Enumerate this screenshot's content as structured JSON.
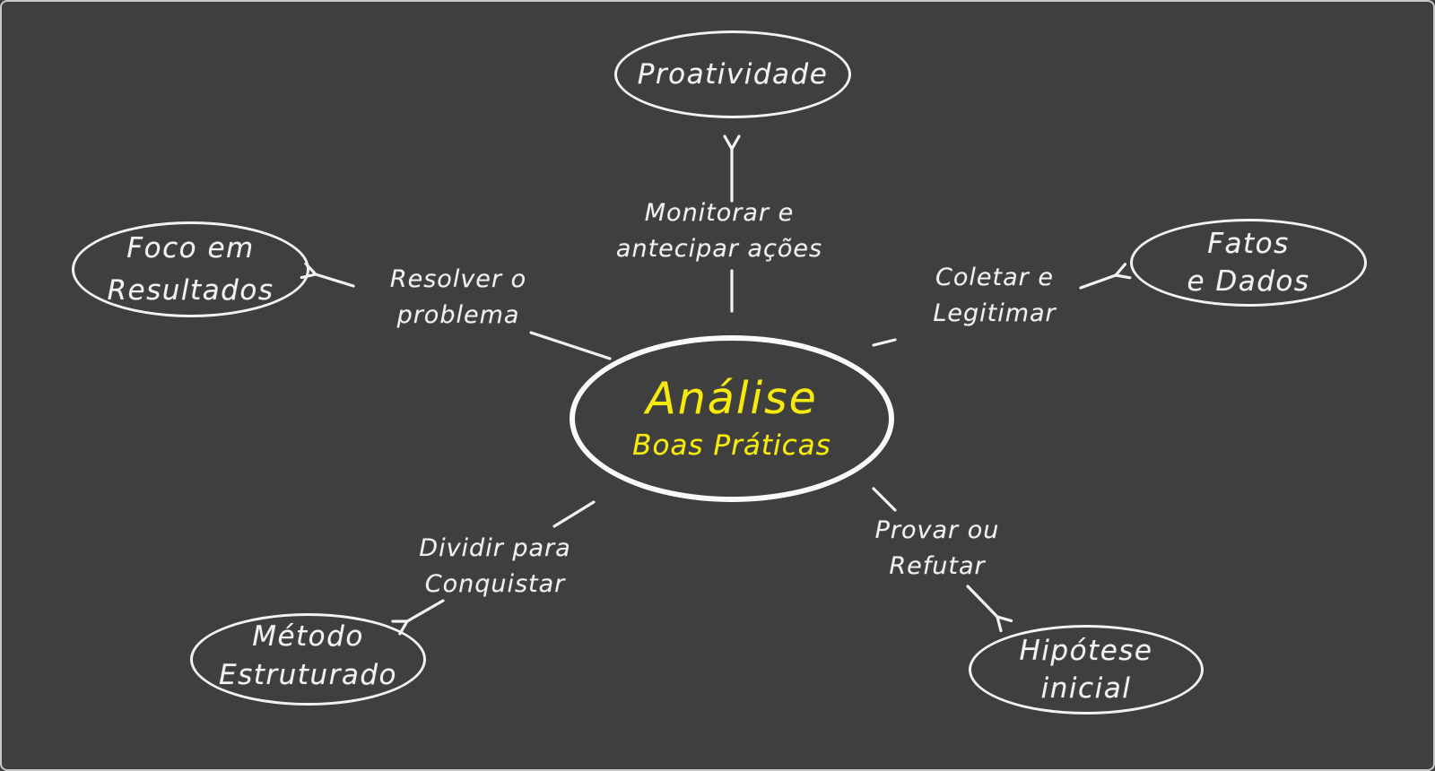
{
  "diagram": {
    "style": "chalkboard-mind-map",
    "colors": {
      "background": "#3f3f3f",
      "frame_border": "#c9c9c9",
      "stroke": "#f2f2f2",
      "center_text": "#f7eb0e"
    },
    "center_node": {
      "title": "Análise",
      "subtitle": "Boas Práticas"
    },
    "nodes": {
      "top": {
        "line1": "Proatividade",
        "line2": ""
      },
      "left": {
        "line1": "Foco em",
        "line2": "Resultados"
      },
      "right": {
        "line1": "Fatos",
        "line2": "e Dados"
      },
      "bottom_left": {
        "line1": "Método",
        "line2": "Estruturado"
      },
      "bottom_right": {
        "line1": "Hipótese",
        "line2": "inicial"
      }
    },
    "edge_labels": {
      "top": {
        "line1": "Monitorar e",
        "line2": "antecipar ações"
      },
      "left": {
        "line1": "Resolver o",
        "line2": "problema"
      },
      "right": {
        "line1": "Coletar e",
        "line2": "Legitimar"
      },
      "bottom_left": {
        "line1": "Dividir para",
        "line2": "Conquistar"
      },
      "bottom_right": {
        "line1": "Provar ou",
        "line2": "Refutar"
      }
    }
  }
}
